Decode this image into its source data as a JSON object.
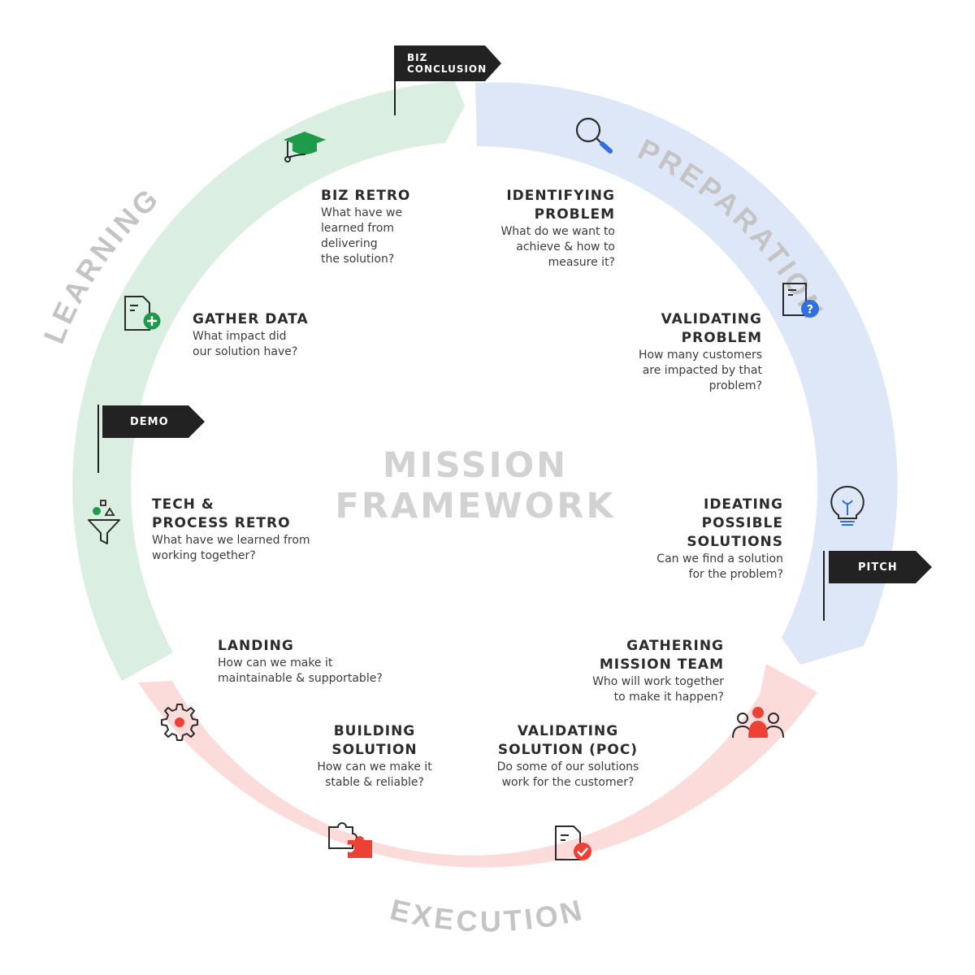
{
  "center_title": {
    "line1": "MISSION",
    "line2": "FRAMEWORK"
  },
  "phases": {
    "preparation": "PREPARATION",
    "execution": "EXECUTION",
    "learning": "LEARNING"
  },
  "colors": {
    "preparation": "#dde7f8",
    "execution": "#fbdcda",
    "learning": "#daefe2",
    "blue_accent": "#2f6fde",
    "red_accent": "#ee4136",
    "green_accent": "#1e9a4b"
  },
  "flags": {
    "biz_conclusion": {
      "line1": "BIZ",
      "line2": "CONCLUSION"
    },
    "demo": "DEMO",
    "pitch": "PITCH"
  },
  "steps": {
    "identifying_problem": {
      "title1": "IDENTIFYING",
      "title2": "PROBLEM",
      "d1": "What do we want to",
      "d2": "achieve & how to",
      "d3": "measure it?"
    },
    "validating_problem": {
      "title1": "VALIDATING",
      "title2": "PROBLEM",
      "d1": "How many customers",
      "d2": "are impacted by that",
      "d3": "problem?"
    },
    "ideating_solutions": {
      "title1": "IDEATING",
      "title2": "POSSIBLE",
      "title3": "SOLUTIONS",
      "d1": "Can we find a solution",
      "d2": "for the problem?"
    },
    "gathering_team": {
      "title1": "GATHERING",
      "title2": "MISSION TEAM",
      "d1": "Who will work together",
      "d2": "to make it happen?"
    },
    "validating_solution": {
      "title1": "VALIDATING",
      "title2": "SOLUTION (POC)",
      "d1": "Do some of our solutions",
      "d2": "work for the customer?"
    },
    "building_solution": {
      "title1": "BUILDING",
      "title2": "SOLUTION",
      "d1": "How can we make it",
      "d2": "stable & reliable?"
    },
    "landing": {
      "title1": "LANDING",
      "d1": "How can we make it",
      "d2": "maintainable & supportable?"
    },
    "tech_retro": {
      "title1": "TECH &",
      "title2": "PROCESS RETRO",
      "d1": "What have we learned from",
      "d2": "working together?"
    },
    "gather_data": {
      "title1": "GATHER DATA",
      "d1": "What impact did",
      "d2": "our solution have?"
    },
    "biz_retro": {
      "title1": "BIZ RETRO",
      "d1": "What have we",
      "d2": "learned from",
      "d3": "delivering",
      "d4": "the solution?"
    }
  },
  "icons": [
    "search-icon",
    "document-question-icon",
    "lightbulb-icon",
    "team-icon",
    "document-check-icon",
    "puzzle-icon",
    "gear-icon",
    "funnel-icon",
    "document-add-icon",
    "graduation-cap-icon"
  ]
}
